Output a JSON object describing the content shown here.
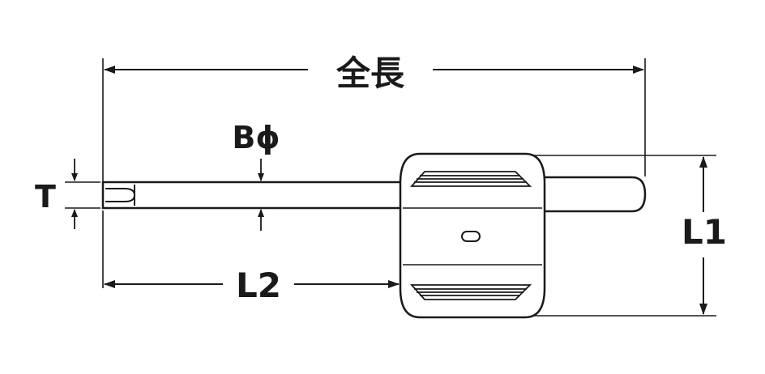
{
  "diagram": {
    "labels": {
      "total_length": "全長",
      "shaft_diameter": "Bϕ",
      "tip_thickness": "T",
      "handle_length": "L1",
      "shaft_length": "L2"
    },
    "colors": {
      "ink": "#1a1a1a",
      "background": "#ffffff"
    }
  }
}
